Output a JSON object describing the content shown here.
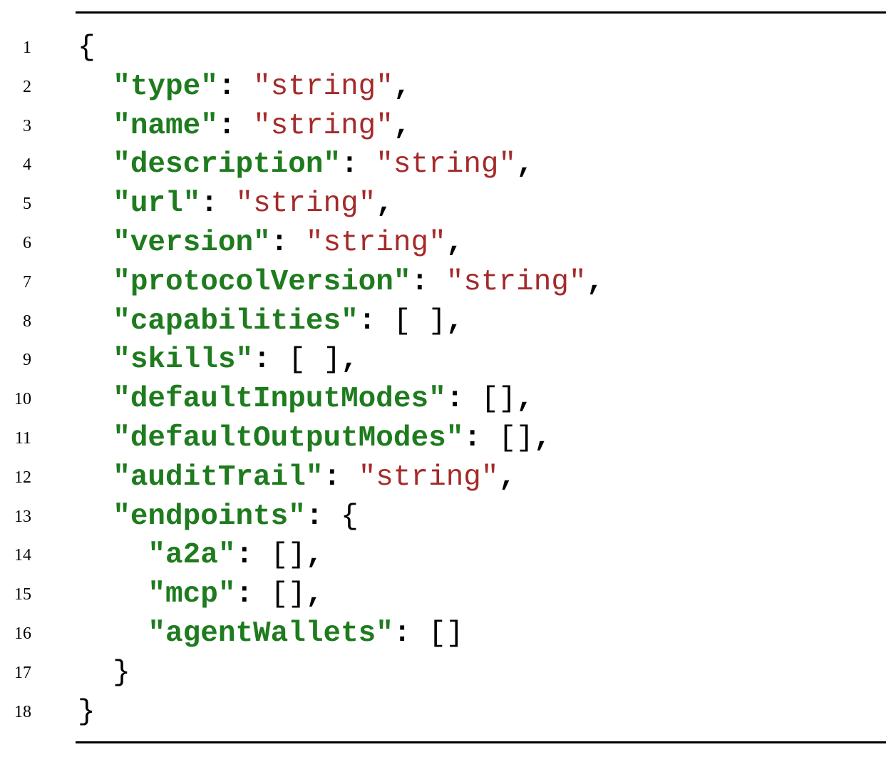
{
  "colors": {
    "key": "#1e7b1e",
    "string": "#a52a2a",
    "plain": "#000000"
  },
  "lines": [
    {
      "num": "1",
      "indent": "",
      "key": "",
      "sep": "",
      "value": "{",
      "value_kind": "plain",
      "tail": ""
    },
    {
      "num": "2",
      "indent": "  ",
      "key": "\"type\"",
      "sep": ": ",
      "value": "\"string\"",
      "value_kind": "string",
      "tail": ","
    },
    {
      "num": "3",
      "indent": "  ",
      "key": "\"name\"",
      "sep": ": ",
      "value": "\"string\"",
      "value_kind": "string",
      "tail": ","
    },
    {
      "num": "4",
      "indent": "  ",
      "key": "\"description\"",
      "sep": ": ",
      "value": "\"string\"",
      "value_kind": "string",
      "tail": ","
    },
    {
      "num": "5",
      "indent": "  ",
      "key": "\"url\"",
      "sep": ": ",
      "value": "\"string\"",
      "value_kind": "string",
      "tail": ","
    },
    {
      "num": "6",
      "indent": "  ",
      "key": "\"version\"",
      "sep": ": ",
      "value": "\"string\"",
      "value_kind": "string",
      "tail": ","
    },
    {
      "num": "7",
      "indent": "  ",
      "key": "\"protocolVersion\"",
      "sep": ": ",
      "value": "\"string\"",
      "value_kind": "string",
      "tail": ","
    },
    {
      "num": "8",
      "indent": "  ",
      "key": "\"capabilities\"",
      "sep": ": ",
      "value": "[ ]",
      "value_kind": "plain",
      "tail": ","
    },
    {
      "num": "9",
      "indent": "  ",
      "key": "\"skills\"",
      "sep": ": ",
      "value": "[ ]",
      "value_kind": "plain",
      "tail": ","
    },
    {
      "num": "10",
      "indent": "  ",
      "key": "\"defaultInputModes\"",
      "sep": ": ",
      "value": "[]",
      "value_kind": "plain",
      "tail": ","
    },
    {
      "num": "11",
      "indent": "  ",
      "key": "\"defaultOutputModes\"",
      "sep": ": ",
      "value": "[]",
      "value_kind": "plain",
      "tail": ","
    },
    {
      "num": "12",
      "indent": "  ",
      "key": "\"auditTrail\"",
      "sep": ": ",
      "value": "\"string\"",
      "value_kind": "string",
      "tail": ","
    },
    {
      "num": "13",
      "indent": "  ",
      "key": "\"endpoints\"",
      "sep": ": ",
      "value": "{",
      "value_kind": "plain",
      "tail": ""
    },
    {
      "num": "14",
      "indent": "    ",
      "key": "\"a2a\"",
      "sep": ": ",
      "value": "[]",
      "value_kind": "plain",
      "tail": ","
    },
    {
      "num": "15",
      "indent": "    ",
      "key": "\"mcp\"",
      "sep": ": ",
      "value": "[]",
      "value_kind": "plain",
      "tail": ","
    },
    {
      "num": "16",
      "indent": "    ",
      "key": "\"agentWallets\"",
      "sep": ": ",
      "value": "[]",
      "value_kind": "plain",
      "tail": ""
    },
    {
      "num": "17",
      "indent": "  ",
      "key": "",
      "sep": "",
      "value": "}",
      "value_kind": "plain",
      "tail": ""
    },
    {
      "num": "18",
      "indent": "",
      "key": "",
      "sep": "",
      "value": "}",
      "value_kind": "plain",
      "tail": ""
    }
  ]
}
